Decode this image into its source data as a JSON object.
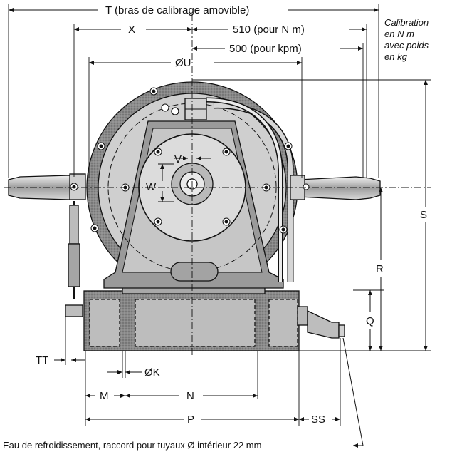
{
  "dimensions": {
    "T": "T (bras de calibrage amovible)",
    "X": "X",
    "d510": "510 (pour N m)",
    "d500": "500 (pour kpm)",
    "U": "ØU",
    "V": "V",
    "W": "W",
    "S": "S",
    "R": "R",
    "Q": "Q",
    "TT": "TT",
    "K": "ØK",
    "M": "M",
    "N": "N",
    "P": "P",
    "SS": "SS"
  },
  "calibration_note": [
    "Calibration",
    "en N m",
    "avec poids",
    "en kg"
  ],
  "footnote": "Eau de refroidissement, raccord pour tuyaux Ø intérieur 22 mm",
  "colors": {
    "line": "#111111",
    "fill_dark": "#6e6e6e",
    "fill_mid": "#9a9a9a",
    "fill_light": "#d9d9d9"
  }
}
